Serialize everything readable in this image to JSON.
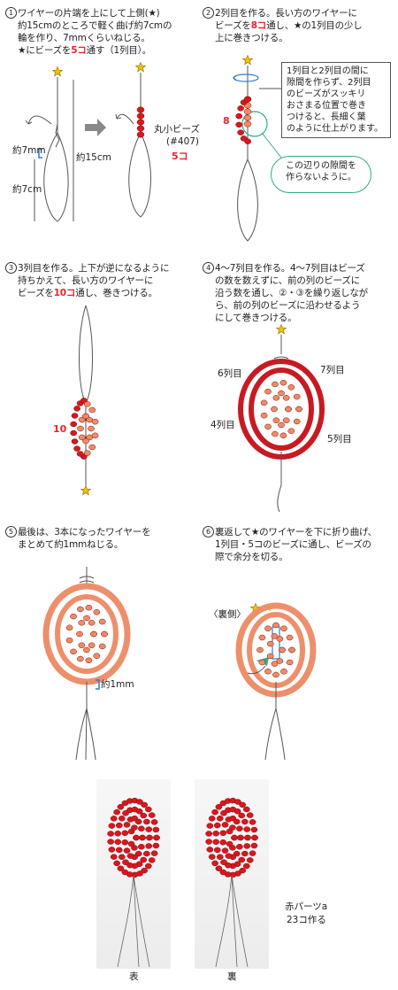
{
  "steps": [
    {
      "num": "1",
      "lines": [
        "ワイヤーの片端を上にして上側(★)",
        "約15cmのところで軽く曲げ約7cmの",
        "輪を作り、7mmくらいねじる。"
      ],
      "line4_pre": "★にビーズを",
      "line4_red": "5コ",
      "line4_post": "通す（1列目）。"
    },
    {
      "num": "2",
      "line1_pre": "2列目を作る。長い方のワイヤーに",
      "line2_pre": "ビーズを",
      "line2_red": "8コ",
      "line2_post": "通し、★の1列目の少し",
      "line3": "上に巻きつける。"
    },
    {
      "num": "3",
      "line1": "3列目を作る。上下が逆になるように",
      "line2": "持ちかえて、長い方のワイヤーに",
      "line3_pre": "ビーズを",
      "line3_red": "10コ",
      "line3_post": "通し、巻きつける。"
    },
    {
      "num": "4",
      "lines": [
        "4〜7列目を作る。4〜7列目はビーズ",
        "の数を数えずに、前の列のビーズに",
        "沿う数を通し、②・③を繰り返しなが",
        "ら、前の列のビーズに沿わせるよう",
        "にして巻きつける。"
      ]
    },
    {
      "num": "5",
      "lines": [
        "最後は、3本になったワイヤーを",
        "まとめて約1mmねじる。"
      ]
    },
    {
      "num": "6",
      "lines": [
        "裏返して★のワイヤーを下に折り曲げ、",
        "1列目・5コのビーズに通し、ビーズの",
        "際で余分を切る。"
      ]
    }
  ],
  "labels": {
    "approx7mm": "約7mm",
    "approx15cm": "約15cm",
    "approx7cm": "約7cm",
    "bead_name": "丸小ビーズ",
    "bead_code": "(#407)",
    "bead_count": "5コ",
    "count8": "8",
    "count10": "10",
    "row6": "6列目",
    "row7": "7列目",
    "row4": "4列目",
    "row5": "5列目",
    "approx1mm": "約1mm",
    "back_side": "〈裏側〉",
    "part_name": "赤パーツa",
    "part_count": "23コ作る",
    "front": "表",
    "back": "裏"
  },
  "notes": {
    "gap_note": [
      "1列目と2列目の間に",
      "隙間を作らず、2列目",
      "のビーズがスッキリ",
      "おさまる位置で巻き",
      "つけると、長細く葉",
      "のように仕上がります。"
    ],
    "bubble": [
      "この辺りの隙間を",
      "作らないように。"
    ]
  },
  "colors": {
    "red_bead": "#d9161e",
    "salmon_bead": "#f08a65",
    "wire": "#555555",
    "accent_red": "#e8232a",
    "accent_green": "#2fae7f",
    "star": "#f2c200",
    "blue": "#2a7fd4"
  }
}
